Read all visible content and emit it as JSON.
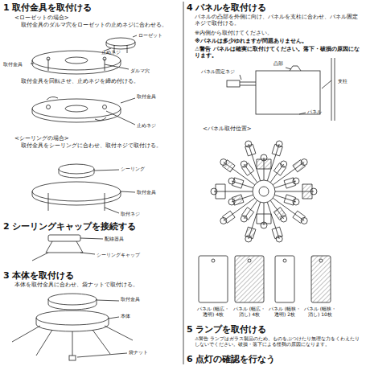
{
  "diagram": {
    "labels": [
      "1 取付金具を取付ける",
      "<ローゼットの場合>",
      "取付金具のダルマ穴をローゼットの止めネジに合わせる。",
      "ローゼット",
      "止めネジ",
      "取付金具",
      "ダルマ穴",
      "取付金具を回転させ、止めネジを締め付ける。",
      "取付金具",
      "止めネジ",
      "<シーリングの場合>",
      "取付金具をシーリングに合わせ、取付ネジで取付ける。",
      "シーリング",
      "取付金具",
      "取付ネジ",
      "2 シーリングキャップを接続する",
      "配線器具",
      "シーリングキャップ",
      "3 本体を取付ける",
      "本体を取付金具に合わせ、袋ナットで取付ける。",
      "取付金具",
      "本体",
      "袋ナット",
      "4 パネルを取付ける",
      "パネルの凸部を外側に向け、パネルを支柱に合わせ、パネル固定ネジで取付ける。",
      "※内側から取付けてください。",
      "※パネルは多少ゆれますが問題ありません。",
      "⚠警告 パネルは確実に取付けてください。落下・破損の原因になります。",
      "凸部",
      "パネル固定ネジ",
      "支柱",
      "パネル",
      "<パネル取付位置>",
      "パネル (幅広・透明) 4枚",
      "パネル (幅広・消し) 4枚",
      "パネル (幅狭・透明) 2枚",
      "パネル (幅狭・消し) 10枚",
      "5 ランプを取付ける",
      "⚠警告 ランプはガラス製品のため、ものをぶつけたり無理な力をくわえたりしないでください。破損・落下による怪我の原因になります。",
      "6 点灯の確認を行なう"
    ]
  }
}
